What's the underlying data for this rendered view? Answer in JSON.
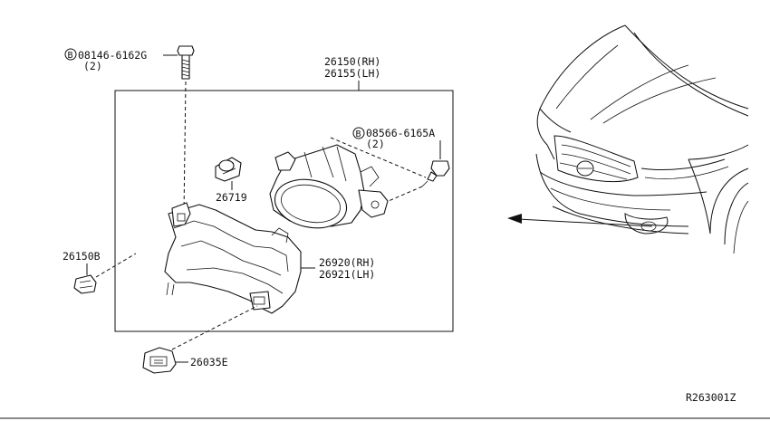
{
  "labels": {
    "bolt_part": "08146-6162G",
    "bolt_qty": "(2)",
    "screw_part": "08566-6165A",
    "screw_qty": "(2)",
    "b_marker": "B",
    "lamp_rh": "26150(RH)",
    "lamp_lh": "26155(LH)",
    "bulb": "26719",
    "clip": "26150B",
    "bracket_rh": "26920(RH)",
    "bracket_lh": "26921(LH)",
    "grommet": "26035E",
    "diagram_code": "R263001Z"
  }
}
